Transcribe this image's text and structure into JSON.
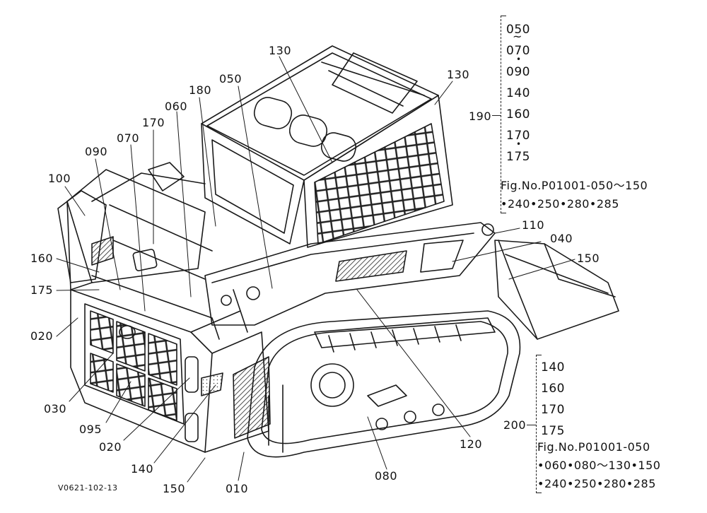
{
  "callouts": {
    "c130a": "130",
    "c130b": "130",
    "c050": "050",
    "c180": "180",
    "c060": "060",
    "c170": "170",
    "c070": "070",
    "c090": "090",
    "c100": "100",
    "c160": "160",
    "c175": "175",
    "c020a": "020",
    "c030": "030",
    "c095": "095",
    "c020b": "020",
    "c140": "140",
    "c150a": "150",
    "c010": "010",
    "c080": "080",
    "c120": "120",
    "c110": "110",
    "c040": "040",
    "c150b": "150",
    "c190": "190",
    "c200": "200"
  },
  "group190": {
    "items": [
      "050",
      "070",
      "090",
      "140",
      "160",
      "170",
      "175"
    ],
    "range_mark": "~",
    "sep_mark": "•",
    "figref_line1": "Fig.No.P01001-050～150",
    "figref_line2": "•240•250•280•285"
  },
  "group200": {
    "items": [
      "140",
      "160",
      "170",
      "175"
    ],
    "sep_mark": "•",
    "figref_line1": "Fig.No.P01001-050",
    "figref_line2": "•060•080～130•150",
    "figref_line3": "•240•250•280•285"
  },
  "drawing_code": "V0621-102-13"
}
